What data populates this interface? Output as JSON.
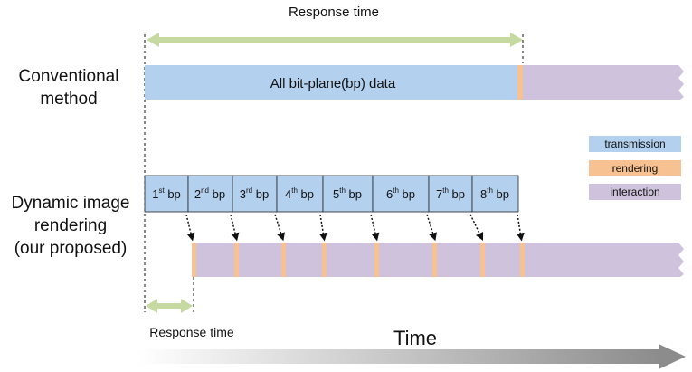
{
  "response_time_top": "Response time",
  "response_time_bottom": "Response time",
  "row_labels": {
    "conventional_line1": "Conventional",
    "conventional_line2": "method",
    "dynamic_line1": "Dynamic image",
    "dynamic_line2": "rendering",
    "dynamic_line3": "(our proposed)"
  },
  "conventional_bar_text": "All bit-plane(bp) data",
  "bitplanes": [
    {
      "num": "1",
      "sup": "st",
      "unit": "bp"
    },
    {
      "num": "2",
      "sup": "nd",
      "unit": "bp"
    },
    {
      "num": "3",
      "sup": "rd",
      "unit": "bp"
    },
    {
      "num": "4",
      "sup": "th",
      "unit": "bp"
    },
    {
      "num": "5",
      "sup": "th",
      "unit": "bp"
    },
    {
      "num": "6",
      "sup": "th",
      "unit": "bp"
    },
    {
      "num": "7",
      "sup": "th",
      "unit": "bp"
    },
    {
      "num": "8",
      "sup": "th",
      "unit": "bp"
    }
  ],
  "legend": [
    {
      "label": "transmission",
      "color": "#b3d0ee"
    },
    {
      "label": "rendering",
      "color": "#f7c192"
    },
    {
      "label": "interaction",
      "color": "#cfc2dc"
    }
  ],
  "time_label": "Time",
  "colors": {
    "transmission": "#b3d0ee",
    "rendering": "#f7c192",
    "interaction": "#cfc2dc",
    "response_arrow": "#c5d9a0"
  }
}
